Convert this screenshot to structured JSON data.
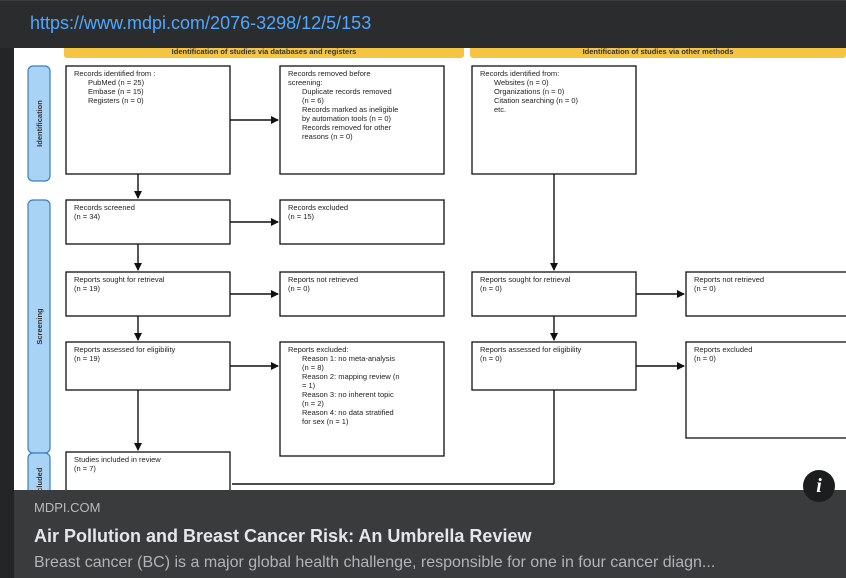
{
  "url": "https://www.mdpi.com/2076-3298/12/5/153",
  "card": {
    "site": "MDPI.COM",
    "title": "Air Pollution and Breast Cancer Risk: An Umbrella Review",
    "description": "Breast cancer (BC) is a major global health challenge, responsible for one in four cancer diagn..."
  },
  "flowchart": {
    "header_left": "Identification of studies via databases and registers",
    "header_right": "Identification of studies via other methods",
    "side_labels": [
      "Identification",
      "Screening",
      "Included"
    ],
    "left": {
      "identified": [
        "Records identified from :",
        "PubMed (n = 25)",
        "Embase (n = 15)",
        "Registers (n = 0)"
      ],
      "removed": [
        "Records removed before",
        "screening:",
        "Duplicate records removed",
        "(n = 6)",
        "Records marked as ineligible",
        "by automation tools (n = 0)",
        "Records removed for other",
        "reasons (n = 0)"
      ],
      "screened": [
        "Records screened",
        "(n = 34)"
      ],
      "excluded": [
        "Records excluded",
        "(n = 15)"
      ],
      "sought": [
        "Reports sought for retrieval",
        "(n = 19)"
      ],
      "not_retrieved": [
        "Reports not retrieved",
        "(n = 0)"
      ],
      "assessed": [
        "Reports assessed for eligibility",
        "(n = 19)"
      ],
      "reports_excluded": [
        "Reports excluded:",
        "Reason 1: no meta-analysis",
        "(n = 8)",
        "Reason 2: mapping review (n",
        "= 1)",
        "Reason 3: no inherent topic",
        "(n = 2)",
        "Reason 4: no data stratified",
        "for sex (n = 1)"
      ],
      "included": [
        "Studies included in review",
        "(n = 7)"
      ]
    },
    "right": {
      "identified": [
        "Records identified from:",
        "Websites (n = 0)",
        "Organizations (n = 0)",
        "Citation searching (n = 0)",
        "etc."
      ],
      "sought": [
        "Reports sought for retrieval",
        "(n = 0)"
      ],
      "not_retrieved": [
        "Reports not retrieved",
        "(n = 0)"
      ],
      "assessed": [
        "Reports assessed for eligibility",
        "(n = 0)"
      ],
      "excluded": [
        "Reports excluded",
        "(n = 0)"
      ]
    }
  },
  "colors": {
    "header": "#f5c542",
    "side": "#a9d3f5",
    "link": "#4ea8ff"
  },
  "icons": {
    "info": "info-icon"
  }
}
